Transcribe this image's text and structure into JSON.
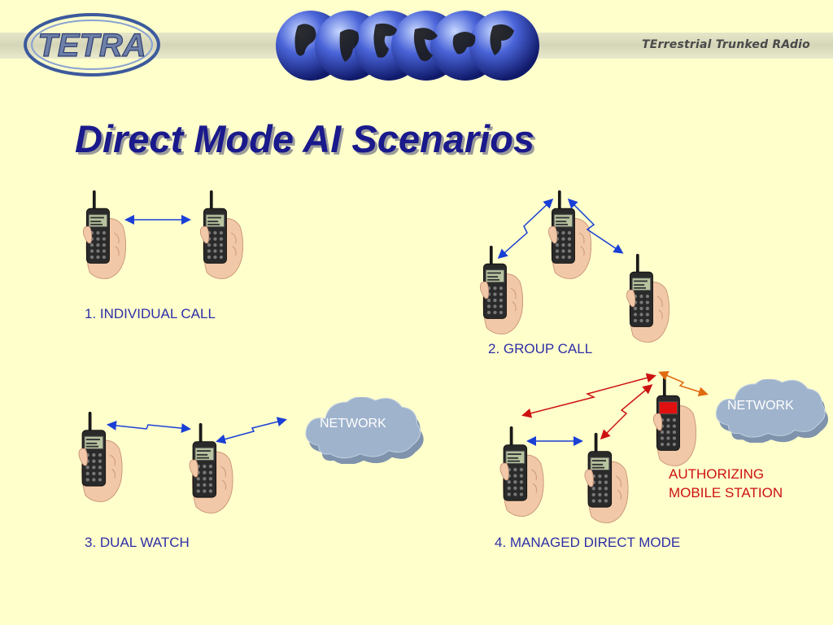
{
  "header": {
    "logo_text": "TETRA",
    "tagline": "TErrestrial Trunked RAdio"
  },
  "title": "Direct Mode AI Scenarios",
  "scenarios": [
    {
      "caption": "1. INDIVIDUAL CALL"
    },
    {
      "caption": "2. GROUP CALL"
    },
    {
      "caption": "3. DUAL WATCH",
      "network_label": "NETWORK"
    },
    {
      "caption": "4. MANAGED DIRECT MODE",
      "network_label": "NETWORK",
      "authorizing_line1": "AUTHORIZING",
      "authorizing_line2": "MOBILE STATION"
    }
  ],
  "colors": {
    "title": "#1a1a8c",
    "caption": "#2e2ea8",
    "blue_link": "#1a3fd6",
    "red_link": "#cc1111",
    "orange_link": "#e06a10",
    "cloud": "#9fb3cc",
    "authorizing_screen": "#e01010"
  }
}
